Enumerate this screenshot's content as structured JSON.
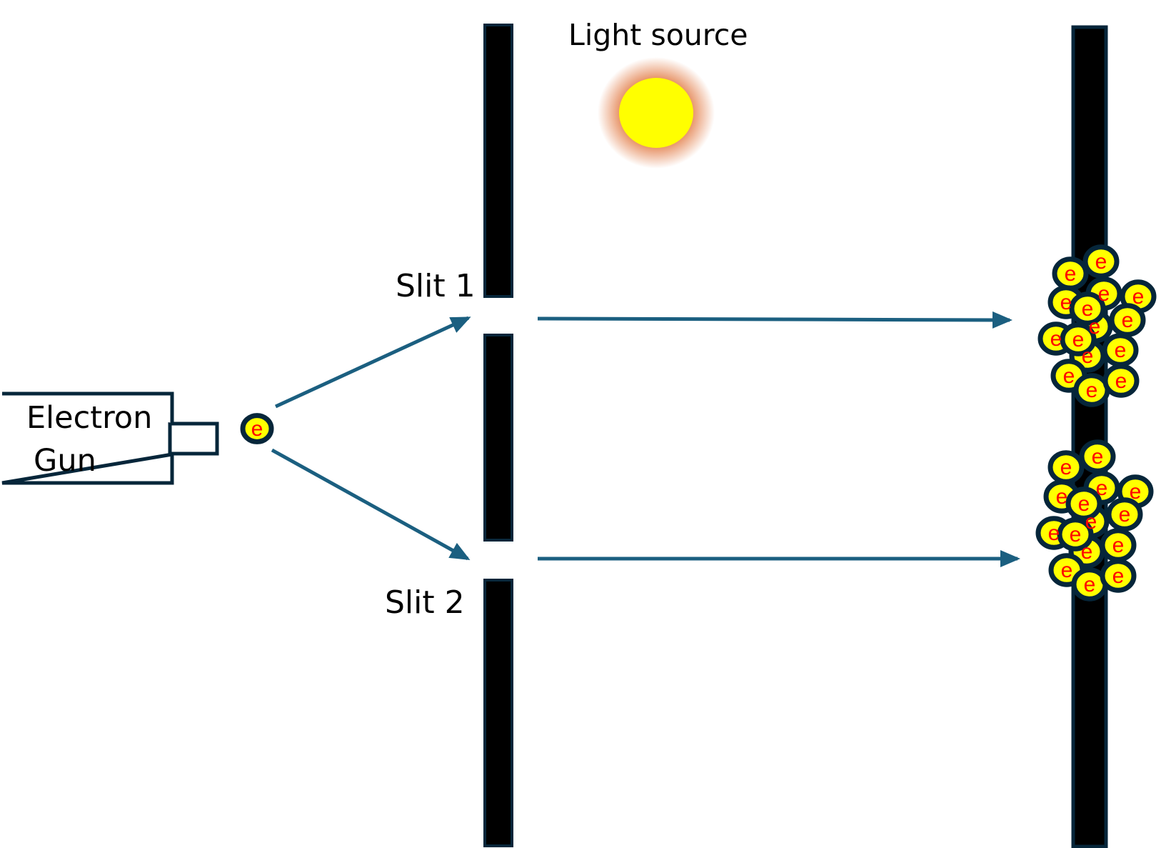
{
  "title_labels": {
    "light_source": "Light source",
    "slit1": "Slit 1",
    "slit2": "Slit 2",
    "gun_line1": "Electron",
    "gun_line2": "Gun"
  },
  "electron_symbol": "e",
  "detected_electron_counts": {
    "slit1_band": 15,
    "slit2_band": 15
  },
  "colors": {
    "arrow": "#1b5f80",
    "barrier": "#000000",
    "outline": "#06263a",
    "electron_fill": "#ffff00",
    "electron_text": "#ff0000",
    "light": "#ffff00",
    "glow": "#e0733a"
  }
}
